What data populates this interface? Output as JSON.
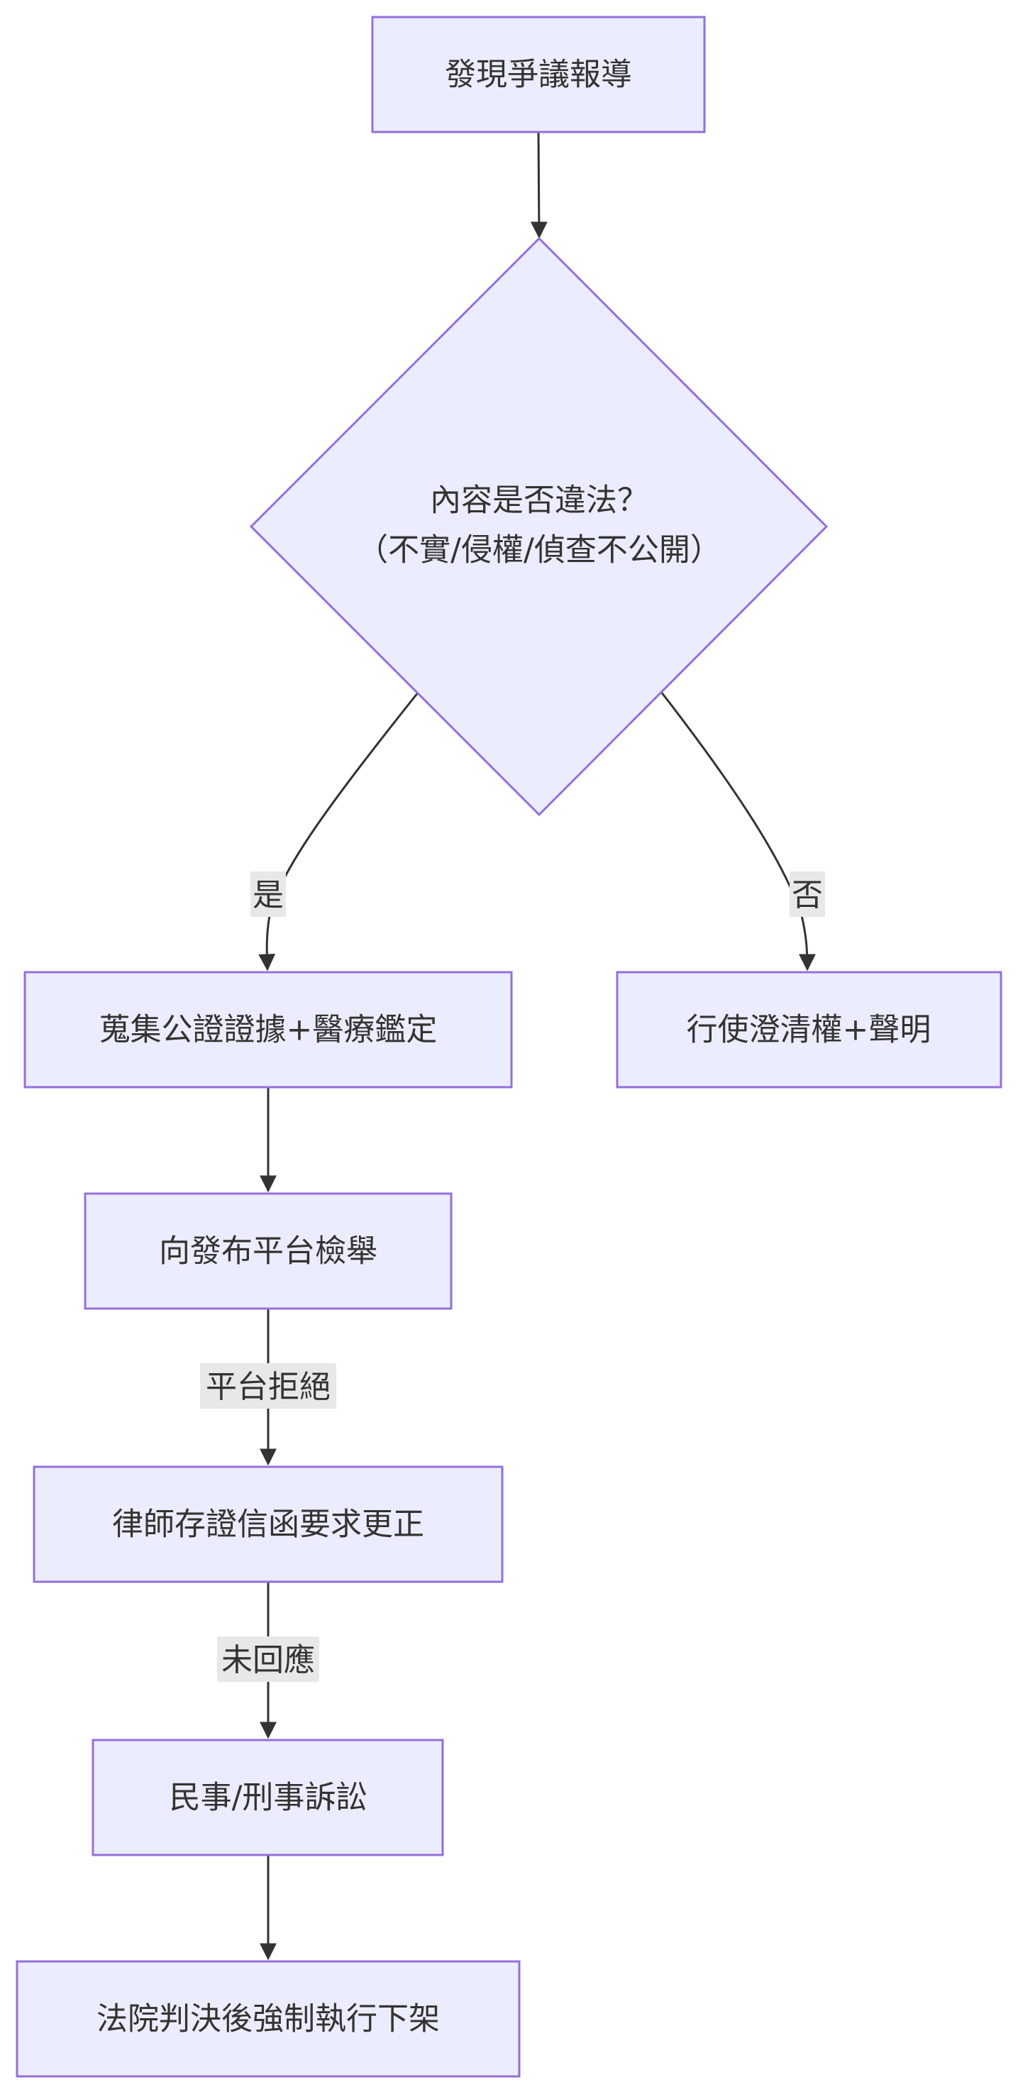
{
  "nodes": {
    "start": "發現爭議報導",
    "decision_line1": "內容是否違法？",
    "decision_line2": "（不實/侵權/偵查不公開）",
    "collect": "蒐集公證證據+醫療鑑定",
    "clarify": "行使澄清權+聲明",
    "report": "向發布平台檢舉",
    "letter": "律師存證信函要求更正",
    "lawsuit": "民事/刑事訴訟",
    "enforce": "法院判決後強制執行下架"
  },
  "edge_labels": {
    "yes": "是",
    "no": "否",
    "platform_refused": "平台拒絕",
    "no_response": "未回應"
  },
  "colors": {
    "node_fill": "#ECECFF",
    "node_stroke": "#9370DB",
    "edge": "#333333",
    "label_bg": "#e8e8e8"
  }
}
